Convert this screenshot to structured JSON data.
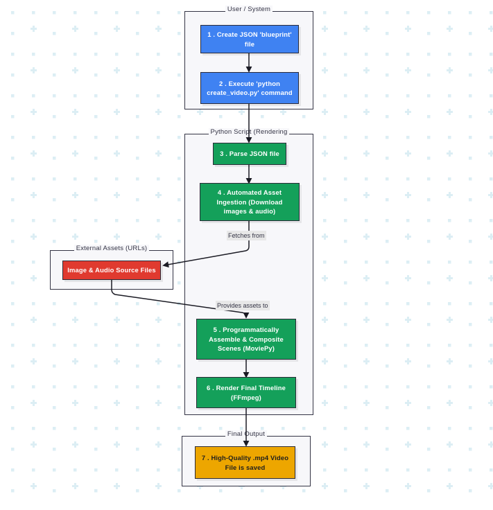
{
  "diagram": {
    "type": "flowchart",
    "direction": "top-down",
    "background": {
      "color": "#ffffff",
      "pattern_color": "#ddeef3"
    },
    "clusters": [
      {
        "id": "user-system",
        "title": "User / System"
      },
      {
        "id": "python-script",
        "title": "Python Script (Rendering"
      },
      {
        "id": "external-assets",
        "title": "External Assets (URLs)"
      },
      {
        "id": "final-output",
        "title": "Final Output"
      }
    ],
    "nodes": [
      {
        "id": "n1",
        "label": "1 . Create JSON 'blueprint'\nfile",
        "color": "#3f82f2",
        "cluster": "user-system"
      },
      {
        "id": "n2",
        "label": "2 . Execute 'python\ncreate_video.py' command",
        "color": "#3f82f2",
        "cluster": "user-system"
      },
      {
        "id": "n3",
        "label": "3 . Parse JSON file",
        "color": "#14a05a",
        "cluster": "python-script"
      },
      {
        "id": "n4",
        "label": "4 . Automated Asset\nIngestion (Download\nimages & audio)",
        "color": "#14a05a",
        "cluster": "python-script"
      },
      {
        "id": "n5",
        "label": "5 . Programmatically\nAssemble & Composite\nScenes (MoviePy)",
        "color": "#14a05a",
        "cluster": "python-script"
      },
      {
        "id": "n6",
        "label": "6 . Render Final Timeline\n(FFmpeg)",
        "color": "#14a05a",
        "cluster": "python-script"
      },
      {
        "id": "n7",
        "label": "7 . High-Quality .mp4 Video\nFile is saved",
        "color": "#eda600",
        "cluster": "final-output"
      },
      {
        "id": "na",
        "label": "Image & Audio Source Files",
        "color": "#e03a2f",
        "cluster": "external-assets"
      }
    ],
    "edges": [
      {
        "from": "n1",
        "to": "n2",
        "label": ""
      },
      {
        "from": "n2",
        "to": "n3",
        "label": ""
      },
      {
        "from": "n3",
        "to": "n4",
        "label": ""
      },
      {
        "from": "n4",
        "to": "na",
        "label": "Fetches from"
      },
      {
        "from": "na",
        "to": "n5",
        "label": "Provides assets to"
      },
      {
        "from": "n5",
        "to": "n6",
        "label": ""
      },
      {
        "from": "n6",
        "to": "n7",
        "label": ""
      }
    ]
  }
}
